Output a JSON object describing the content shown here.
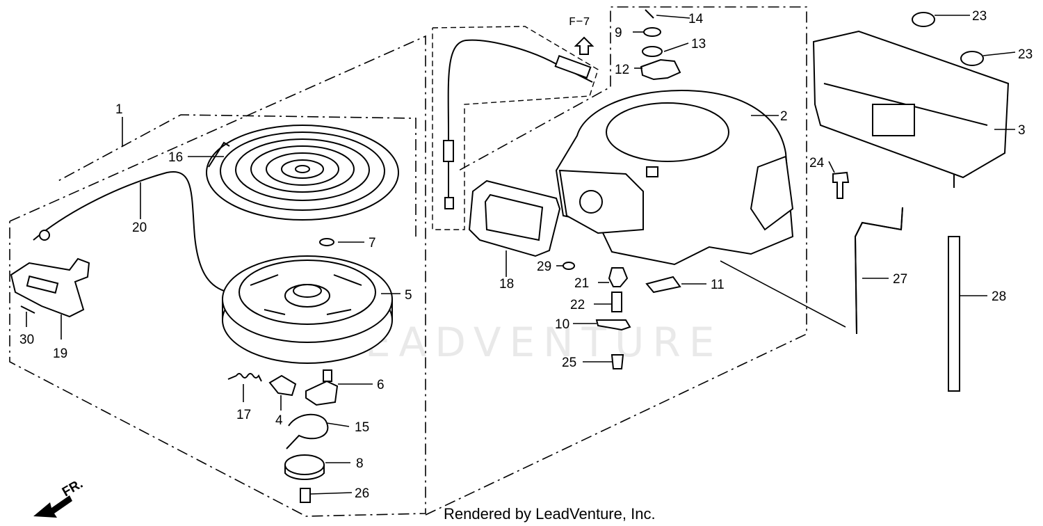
{
  "diagram": {
    "direction_mark": "F−7",
    "front_label": "FR.",
    "footer": "Rendered by LeadVenture, Inc.",
    "watermark": "LEADVENTURE"
  },
  "callouts": [
    "1",
    "2",
    "3",
    "4",
    "5",
    "6",
    "7",
    "8",
    "9",
    "10",
    "11",
    "12",
    "13",
    "14",
    "15",
    "16",
    "17",
    "18",
    "19",
    "20",
    "21",
    "22",
    "23",
    "23",
    "24",
    "25",
    "26",
    "27",
    "28",
    "29",
    "30"
  ],
  "colors": {
    "line": "#000000",
    "background": "#ffffff",
    "watermark": "#e9e9e9"
  }
}
